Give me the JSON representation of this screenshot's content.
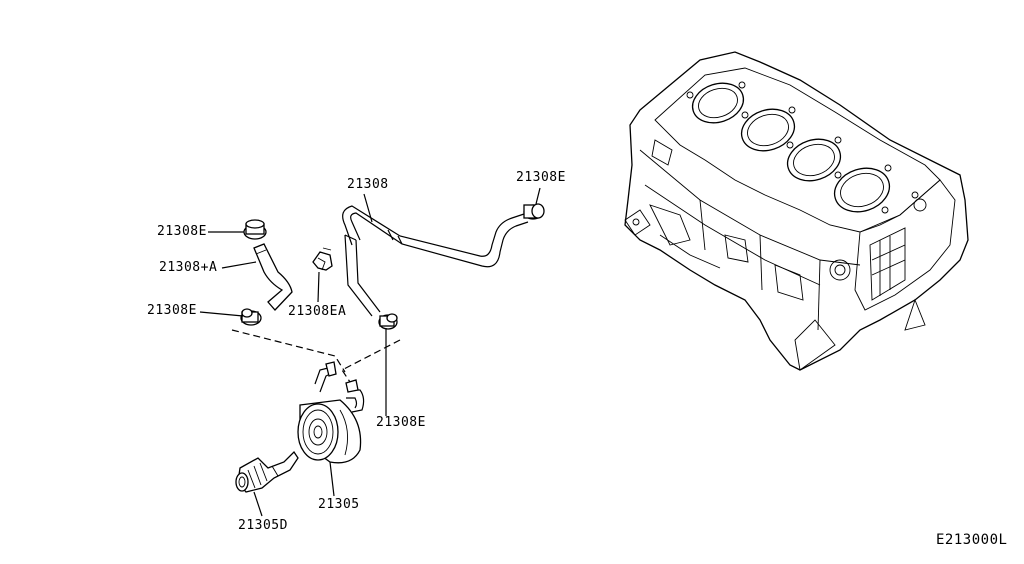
{
  "labels": {
    "hose_main": "21308",
    "clamp_top_right": "21308E",
    "clamp_top_left": "21308E",
    "hose_a": "21308+A",
    "clamp_mid_left": "21308E",
    "bracket": "21308EA",
    "clamp_lower": "21308E",
    "oil_cooler": "21305",
    "connector": "21305D",
    "diagram_code": "E213000L"
  }
}
